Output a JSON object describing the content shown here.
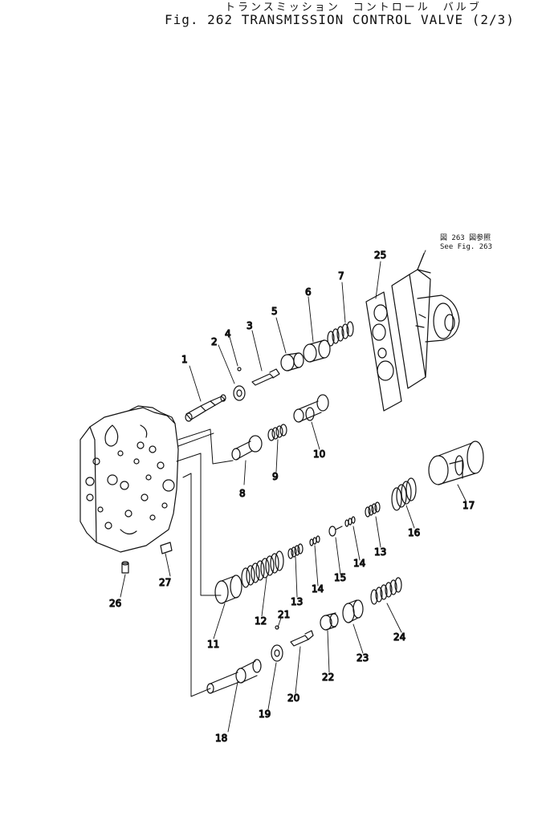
{
  "header": {
    "title_jp": "トランスミッション　コントロール　バルブ",
    "title_en": "Fig. 262 TRANSMISSION CONTROL VALVE (2/3)"
  },
  "reference": {
    "jp": "図 263  図参照",
    "en": "See Fig. 263"
  },
  "parts": [
    {
      "id": "1",
      "label": "1"
    },
    {
      "id": "2",
      "label": "2"
    },
    {
      "id": "3",
      "label": "3"
    },
    {
      "id": "4",
      "label": "4"
    },
    {
      "id": "5",
      "label": "5"
    },
    {
      "id": "6",
      "label": "6"
    },
    {
      "id": "7",
      "label": "7"
    },
    {
      "id": "8",
      "label": "8"
    },
    {
      "id": "9",
      "label": "9"
    },
    {
      "id": "10",
      "label": "10"
    },
    {
      "id": "11",
      "label": "11"
    },
    {
      "id": "12",
      "label": "12"
    },
    {
      "id": "13a",
      "label": "13"
    },
    {
      "id": "13b",
      "label": "13"
    },
    {
      "id": "14a",
      "label": "14"
    },
    {
      "id": "14b",
      "label": "14"
    },
    {
      "id": "15",
      "label": "15"
    },
    {
      "id": "16",
      "label": "16"
    },
    {
      "id": "17",
      "label": "17"
    },
    {
      "id": "18",
      "label": "18"
    },
    {
      "id": "19",
      "label": "19"
    },
    {
      "id": "20",
      "label": "20"
    },
    {
      "id": "21",
      "label": "21"
    },
    {
      "id": "22",
      "label": "22"
    },
    {
      "id": "23",
      "label": "23"
    },
    {
      "id": "24",
      "label": "24"
    },
    {
      "id": "25",
      "label": "25"
    },
    {
      "id": "26",
      "label": "26"
    },
    {
      "id": "27",
      "label": "27"
    }
  ]
}
